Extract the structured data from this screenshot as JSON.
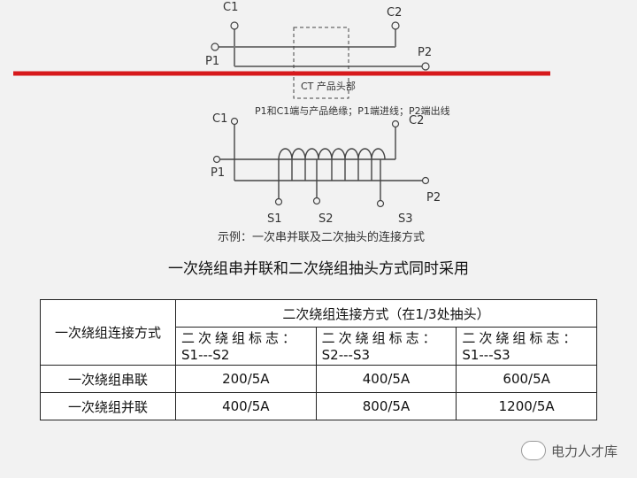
{
  "diagram_top": {
    "labels": {
      "c1": "C1",
      "c2": "C2",
      "p1": "P1",
      "p2": "P2"
    },
    "box_label": "CT 产品头部",
    "note": "P1和C1端与产品绝缘；P1端进线；P2端出线"
  },
  "diagram_bottom": {
    "labels": {
      "c1": "C1",
      "c2": "C2",
      "p1": "P1",
      "p2": "P2",
      "s1": "S1",
      "s2": "S2",
      "s3": "S3"
    },
    "caption": "示例：一次串并联及二次抽头的连接方式"
  },
  "red_line_color": "#d7191c",
  "title": "一次绕组串并联和二次绕组抽头方式同时采用",
  "table": {
    "row_header_label": "一次绕组连接方式",
    "group_header": "二次绕组连接方式（在1/3处抽头）",
    "columns": [
      {
        "label": "二次绕组标志：",
        "range": "S1---S2"
      },
      {
        "label": "二次绕组标志：",
        "range": "S2---S3"
      },
      {
        "label": "二次绕组标志：",
        "range": "S1---S3"
      }
    ],
    "rows": [
      {
        "label": "一次绕组串联",
        "values": [
          "200/5A",
          "400/5A",
          "600/5A"
        ]
      },
      {
        "label": "一次绕组并联",
        "values": [
          "400/5A",
          "800/5A",
          "1200/5A"
        ]
      }
    ]
  },
  "watermark": "电力人才库"
}
